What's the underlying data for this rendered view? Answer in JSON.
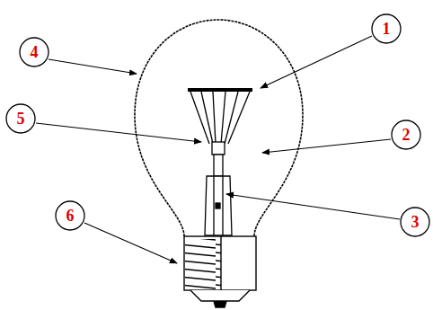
{
  "diagram": {
    "nodes": [
      {
        "text": [
          "1"
        ]
      },
      {
        "text": [
          "4"
        ]
      },
      {
        "text": [
          "5"
        ]
      },
      {
        "text": [
          "2"
        ]
      },
      {
        "text": [
          "6"
        ]
      },
      {
        "text": [
          "3"
        ]
      }
    ]
  }
}
